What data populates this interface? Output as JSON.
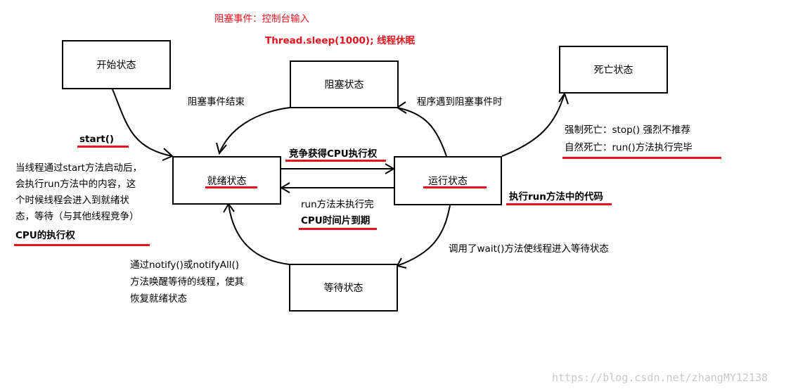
{
  "header": {
    "blocking_event": "阻塞事件：控制台输入",
    "thread_sleep": "Thread.sleep(1000);  线程休眠"
  },
  "states": {
    "start": "开始状态",
    "blocked": "阻塞状态",
    "dead": "死亡状态",
    "ready": "就绪状态",
    "running": "运行状态",
    "waiting": "等待状态"
  },
  "labels": {
    "block_end": "阻塞事件结束",
    "block_start": "程序遇到阻塞事件时",
    "start_call": "start()",
    "start_desc": [
      "当线程通过start方法启动后，",
      "会执行run方法中的内容，这",
      "个时候线程会进入到就绪状",
      "态，等待（与其他线程竞争）",
      "CPU的执行权"
    ],
    "compete": "竞争获得CPU执行权",
    "run_unfinished": "run方法未执行完",
    "cpu_expired": "CPU时间片到期",
    "run_code": "执行run方法中的代码",
    "force_death": "强制死亡：stop()    强烈不推荐",
    "natural_death": "自然死亡：run()方法执行完毕",
    "wait_desc": "调用了wait()方法使线程进入等待状态",
    "notify_desc": [
      "通过notify()或notifyAll()",
      "方法唤醒等待的线程，使其",
      "恢复就绪状态"
    ]
  },
  "watermark": "https://blog.csdn.net/zhangMY12138"
}
